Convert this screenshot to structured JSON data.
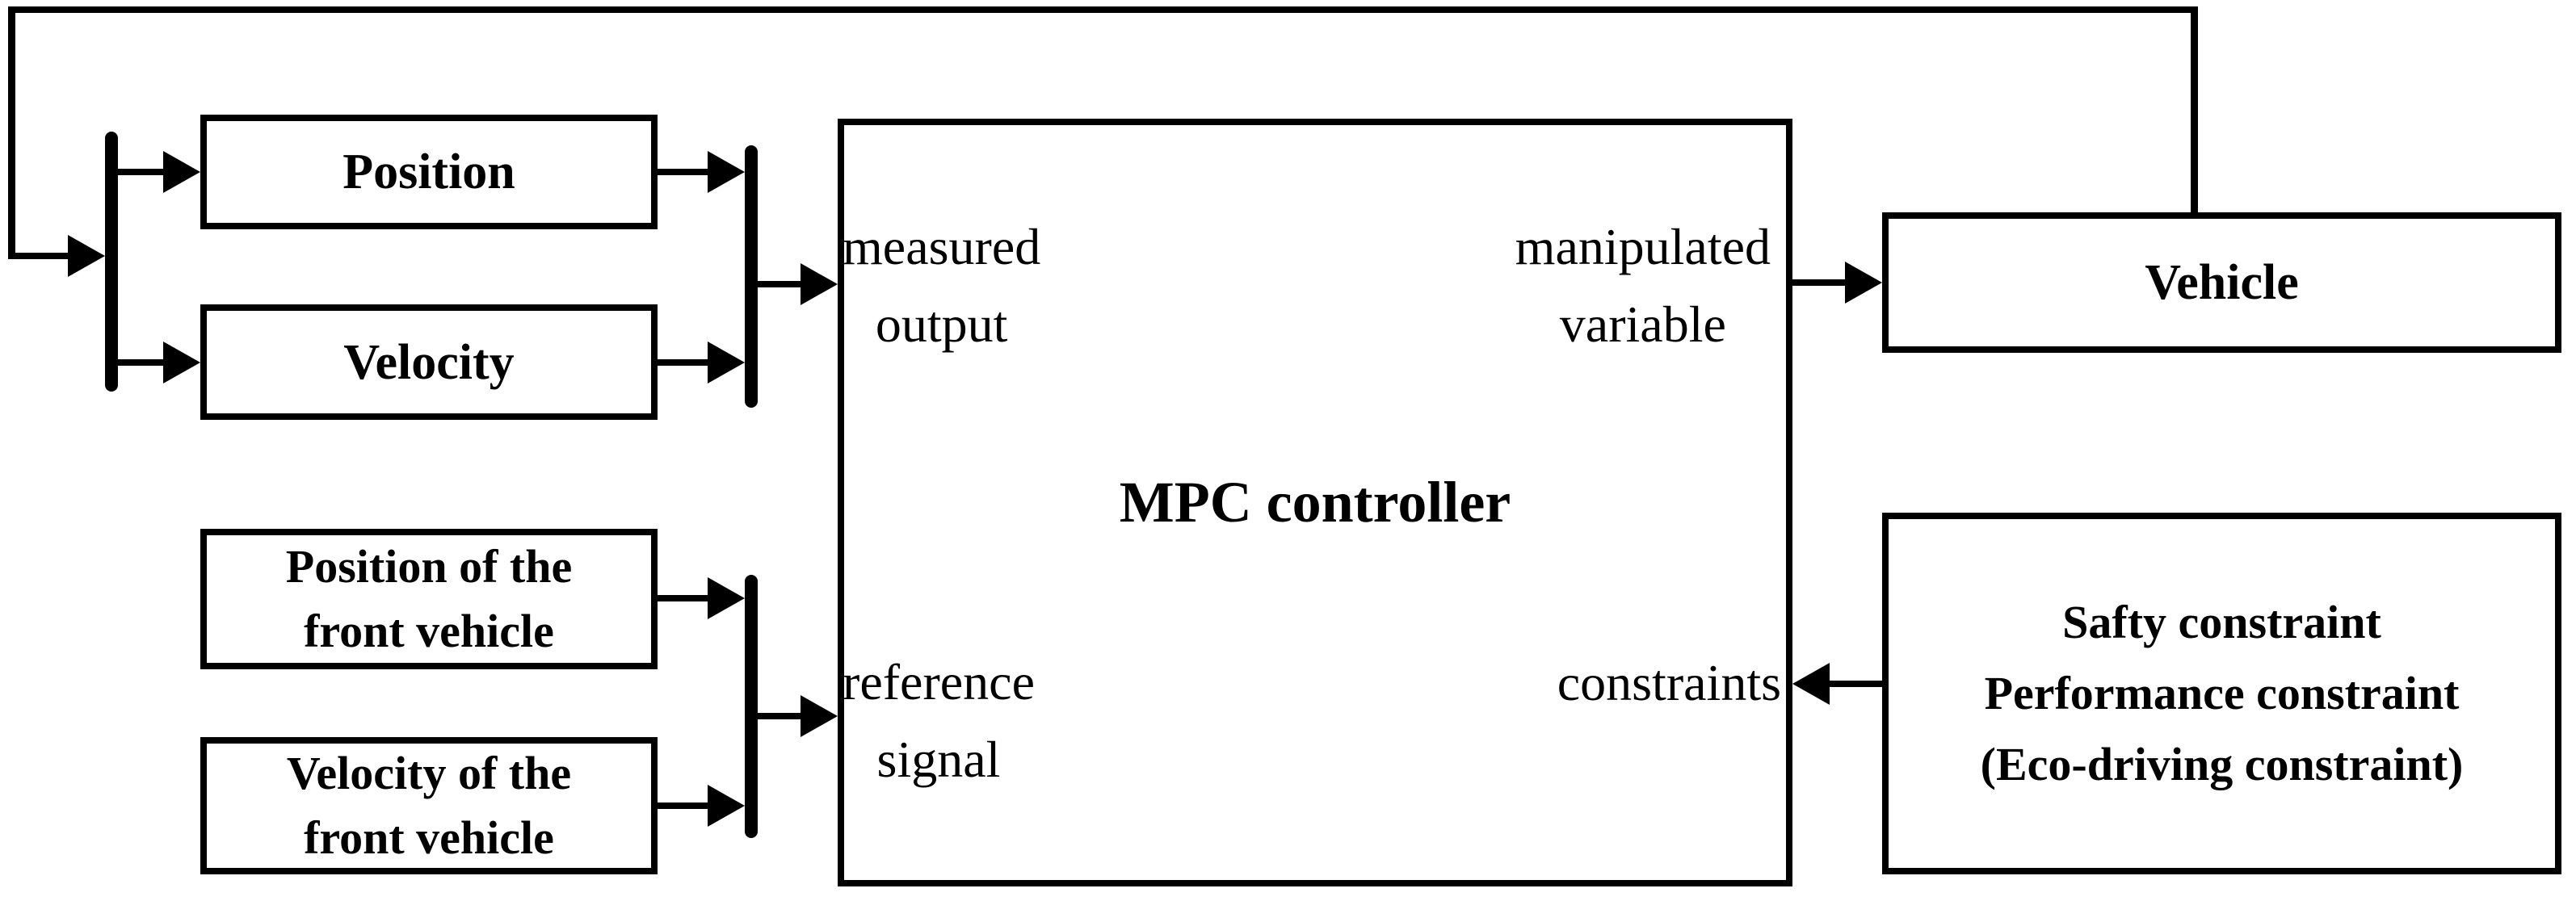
{
  "figure": {
    "background_color": "#ffffff",
    "line_color": "#000000",
    "blocks": {
      "position": {
        "label": "Position"
      },
      "velocity": {
        "label": "Velocity"
      },
      "front_position": {
        "lines": [
          "Position of the",
          "front vehicle"
        ]
      },
      "front_velocity": {
        "lines": [
          "Velocity of the",
          "front vehicle"
        ]
      },
      "vehicle": {
        "label": "Vehicle"
      },
      "constraint_box": {
        "lines": [
          "Safty constraint",
          "Performance constraint",
          "(Eco-driving constraint)"
        ]
      },
      "mpc": {
        "title": "MPC controller",
        "ports": {
          "measured_output": {
            "lines": [
              "measured",
              "output"
            ]
          },
          "manipulated_variable": {
            "lines": [
              "manipulated",
              "variable"
            ]
          },
          "reference_signal": {
            "lines": [
              "reference",
              "signal"
            ]
          },
          "constraints": {
            "label": "constraints"
          }
        }
      }
    }
  }
}
